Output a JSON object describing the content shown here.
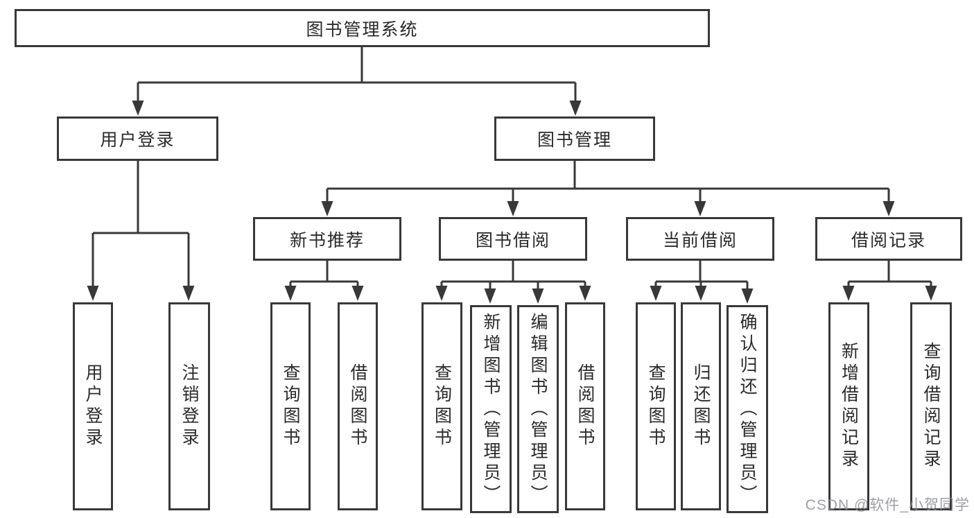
{
  "diagram": {
    "root": {
      "label": "图书管理系统"
    },
    "level2": [
      {
        "label": "用户登录"
      },
      {
        "label": "图书管理"
      }
    ],
    "level3": [
      {
        "label": "新书推荐"
      },
      {
        "label": "图书借阅"
      },
      {
        "label": "当前借阅"
      },
      {
        "label": "借阅记录"
      }
    ],
    "leaves": {
      "user_login": [
        {
          "label": "用户登录"
        },
        {
          "label": "注销登录"
        }
      ],
      "new_book_recommend": [
        {
          "label": "查询图书"
        },
        {
          "label": "借阅图书"
        }
      ],
      "book_borrowing": [
        {
          "label": "查询图书"
        },
        {
          "label": "新增图书（管理员）"
        },
        {
          "label": "编辑图书（管理员）"
        },
        {
          "label": "借阅图书"
        }
      ],
      "current_borrowing": [
        {
          "label": "查询图书"
        },
        {
          "label": "归还图书"
        },
        {
          "label": "确认归还（管理员）"
        }
      ],
      "borrowing_records": [
        {
          "label": "新增借阅记录"
        },
        {
          "label": "查询借阅记录"
        }
      ]
    },
    "watermark": "CSDN @软件_小贺同学",
    "colors": {
      "line": "#383838",
      "box_border": "#383838",
      "box_fill": "#ffffff",
      "text": "#2a2a2a",
      "watermark": "#8c8e94",
      "background": "#ffffff"
    }
  }
}
